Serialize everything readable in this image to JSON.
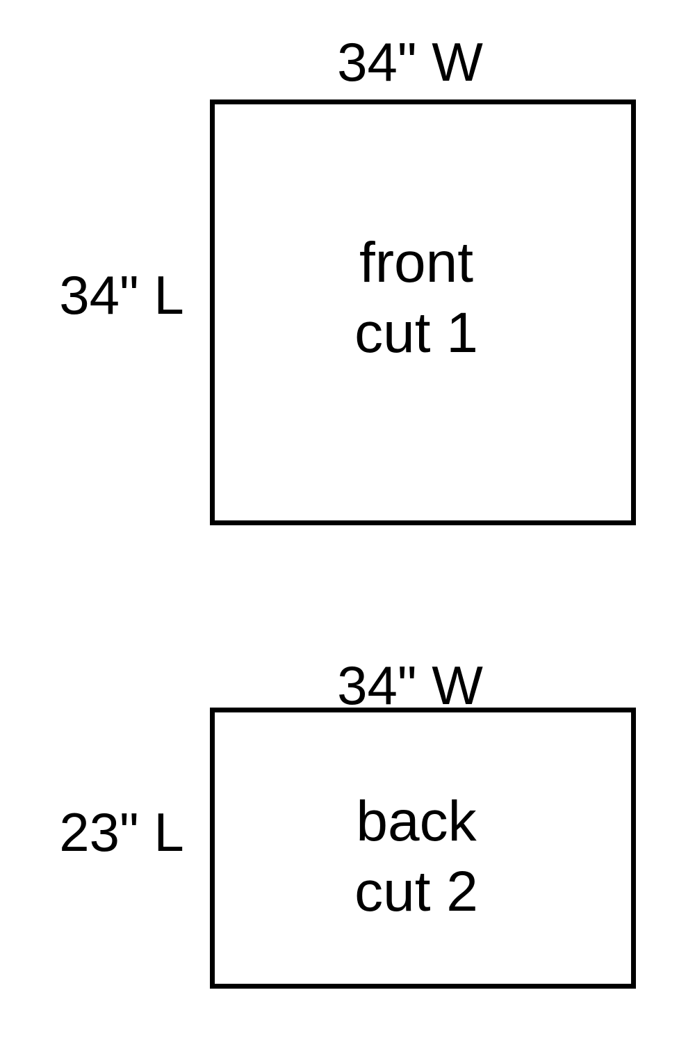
{
  "pieces": [
    {
      "width_label": "34\" W",
      "length_label": "34\" L",
      "name": "front",
      "cut": "cut 1"
    },
    {
      "width_label": "34\" W",
      "length_label": "23\" L",
      "name": "back",
      "cut": "cut 2"
    }
  ]
}
